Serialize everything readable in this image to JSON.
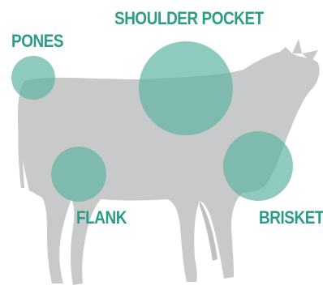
{
  "colors": {
    "accent": "#2a9d86",
    "circle_fill": "#5fb3a2",
    "silhouette": "#c8c9ca",
    "background": "#ffffff"
  },
  "silhouette": {
    "icon": "cow-silhouette-icon"
  },
  "labels": {
    "pones": "PONES",
    "shoulder_pocket": "SHOULDER POCKET",
    "flank": "FLANK",
    "brisket": "BRISKET"
  }
}
